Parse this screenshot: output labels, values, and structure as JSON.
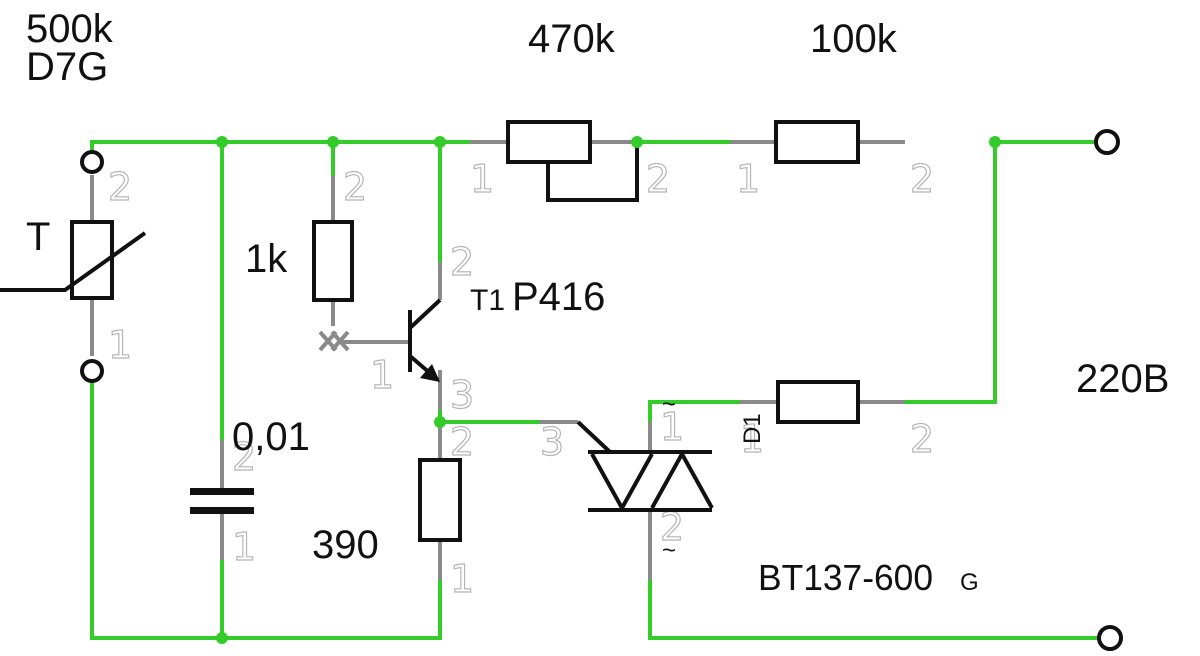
{
  "labels": {
    "thermistor_value": "500k",
    "thermistor_type": "D7G",
    "thermistor_symbol": "T",
    "pot_value": "470k",
    "resistor_top": "100k",
    "resistor_base": "1k",
    "transistor_ref": "T1",
    "transistor_type": "P416",
    "capacitor_value": "0,01",
    "resistor_emitter": "390",
    "triac_resistor_ref": "D1",
    "triac_type": "BT137-600",
    "triac_gate": "G",
    "mains_voltage": "220B",
    "tilde_top": "~",
    "tilde_bottom": "~"
  },
  "pin_numbers": {
    "one": "1",
    "two": "2",
    "three": "3"
  },
  "colors": {
    "wire": "#33cc2a",
    "lead": "#8a8a8a",
    "component": "#111111"
  }
}
